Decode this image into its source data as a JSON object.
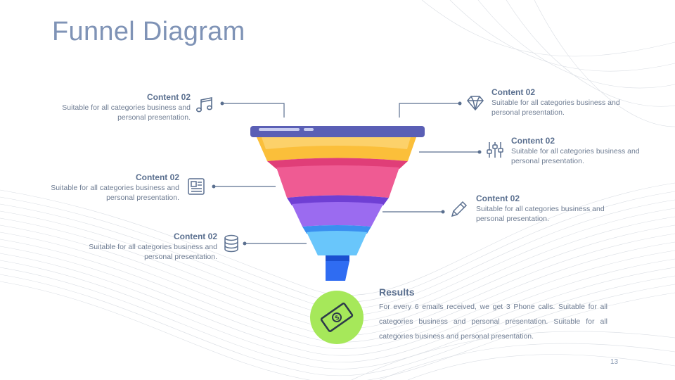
{
  "slide": {
    "title": "Funnel Diagram",
    "page_number": "13"
  },
  "callouts": {
    "left_1": {
      "heading": "Content 02",
      "text": "Suitable for all categories business and personal presentation.",
      "icon": "music-note-icon"
    },
    "left_2": {
      "heading": "Content 02",
      "text": "Suitable for all categories business and personal presentation.",
      "icon": "newspaper-icon"
    },
    "left_3": {
      "heading": "Content 02",
      "text": "Suitable for all categories business and personal presentation.",
      "icon": "database-icon"
    },
    "right_1": {
      "heading": "Content 02",
      "text": "Suitable for all categories business and personal presentation.",
      "icon": "diamond-icon"
    },
    "right_2": {
      "heading": "Content 02",
      "text": "Suitable for all categories business and personal presentation.",
      "icon": "sliders-icon"
    },
    "right_3": {
      "heading": "Content 02",
      "text": "Suitable for all categories business and personal presentation.",
      "icon": "pencil-icon"
    }
  },
  "results": {
    "heading": "Results",
    "text": "For every 6 emails received, we get 3 Phone calls. Suitable for all categories business and personal presentation. Suitable for all categories business and personal presentation.",
    "icon": "money-icon"
  },
  "colors": {
    "title": "#7f93b6",
    "funnel_top": "#5a5fb5",
    "layer_orange": "#fbbf3a",
    "layer_pink": "#e23a7a",
    "layer_purple": "#7a53e0",
    "layer_lightblue": "#4fb3f5",
    "layer_blue": "#1e5fe0",
    "results_circle": "#a6e85a"
  }
}
